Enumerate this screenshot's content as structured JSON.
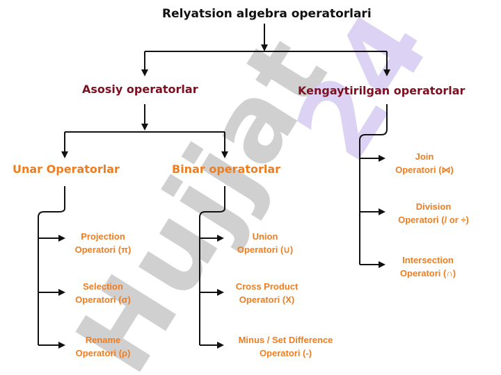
{
  "title": "Relyatsion algebra operatorlari",
  "branches": {
    "basic": "Asosiy operatorlar",
    "extended": "Kengaytirilgan operatorlar"
  },
  "subbranches": {
    "unary": "Unar Operatorlar",
    "binary": "Binar operatorlar"
  },
  "unary_ops": [
    {
      "line1": "Projection",
      "line2": "Operatori (π)"
    },
    {
      "line1": "Selection",
      "line2": "Operatori (σ)"
    },
    {
      "line1": "Rename",
      "line2": "Operatori (ρ)"
    }
  ],
  "binary_ops": [
    {
      "line1": "Union",
      "line2": "Operatori (∪)"
    },
    {
      "line1": "Cross Product",
      "line2": "Operatori (X)"
    },
    {
      "line1": "Minus / Set Difference",
      "line2": "Operatori (-)"
    }
  ],
  "extended_ops": [
    {
      "line1": "Join",
      "line2": "Operatori (⋈)"
    },
    {
      "line1": "Division",
      "line2": "Operatori (/ or ÷)"
    },
    {
      "line1": "Intersection",
      "line2": "Operatori (∩)"
    }
  ],
  "watermark": "Hujjat 24",
  "colors": {
    "title": "#111111",
    "branch": "#7a1020",
    "subbranch": "#ee7d20",
    "operator": "#ee7d20",
    "connector": "#111111",
    "watermark_gray": "#c8c8c8",
    "watermark_lavender": "#d8cdf2"
  }
}
